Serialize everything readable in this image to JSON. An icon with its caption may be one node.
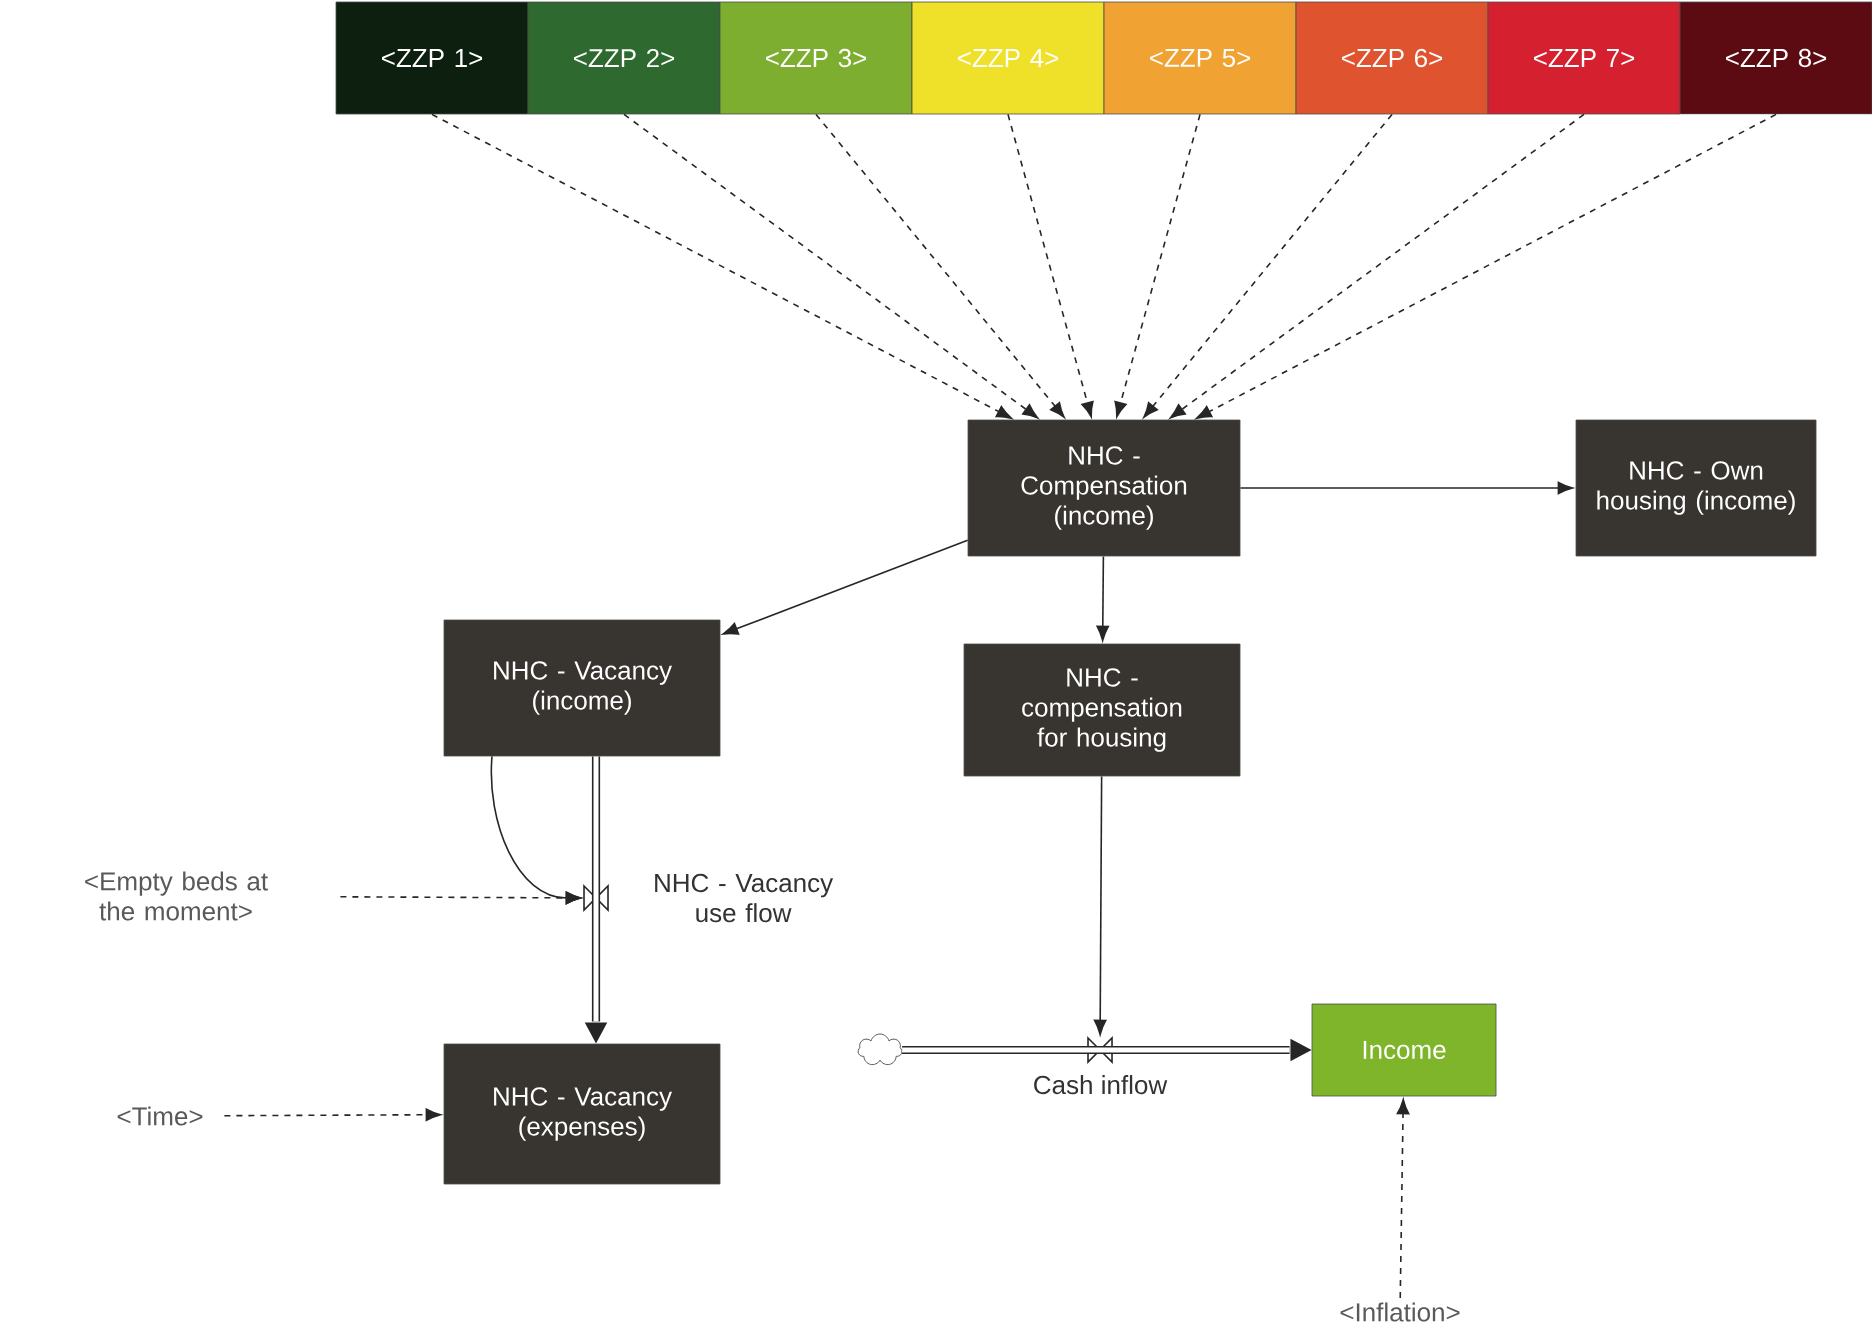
{
  "diagram": {
    "nodes": [
      {
        "text": [
          "<ZZP 1>"
        ]
      },
      {
        "text": [
          "<ZZP 2>"
        ]
      },
      {
        "text": [
          "<ZZP 3>"
        ]
      },
      {
        "text": [
          "<ZZP 4>"
        ]
      },
      {
        "text": [
          "<ZZP 5>"
        ]
      },
      {
        "text": [
          "<ZZP 6>"
        ]
      },
      {
        "text": [
          "<ZZP 7>"
        ]
      },
      {
        "text": [
          "<ZZP 8>"
        ]
      },
      {
        "text": [
          "NHC - Compensation (income)"
        ]
      },
      {
        "text": [
          "NHC - Own housing (income)"
        ]
      },
      {
        "text": [
          "NHC - Vacancy (income)"
        ]
      },
      {
        "text": [
          "NHC - compensation for housing"
        ]
      },
      {
        "text": [
          "<Empty beds at the moment>"
        ]
      },
      {
        "text": [
          "NHC - Vacancy use flow"
        ]
      },
      {
        "text": [
          "NHC - Vacancy (expenses)"
        ]
      },
      {
        "text": [
          "<Time>"
        ]
      },
      {
        "text": [],
        "shape": "cloud"
      },
      {
        "text": [
          "Cash inflow"
        ]
      },
      {
        "text": [
          "Income"
        ]
      },
      {
        "text": [
          "<Inflation>"
        ]
      }
    ],
    "edges": [
      {
        "from": 0,
        "to": 8,
        "arrow": "to",
        "style": "dashed"
      },
      {
        "from": 1,
        "to": 8,
        "arrow": "to",
        "style": "dashed"
      },
      {
        "from": 2,
        "to": 8,
        "arrow": "to",
        "style": "dashed"
      },
      {
        "from": 3,
        "to": 8,
        "arrow": "to",
        "style": "dashed"
      },
      {
        "from": 4,
        "to": 8,
        "arrow": "to",
        "style": "dashed"
      },
      {
        "from": 5,
        "to": 8,
        "arrow": "to",
        "style": "dashed"
      },
      {
        "from": 6,
        "to": 8,
        "arrow": "to",
        "style": "dashed"
      },
      {
        "from": 7,
        "to": 8,
        "arrow": "to",
        "style": "dashed"
      },
      {
        "from": 8,
        "to": 9,
        "arrow": "to"
      },
      {
        "from": 8,
        "to": 10,
        "arrow": "to"
      },
      {
        "from": 8,
        "to": 11,
        "arrow": "to"
      },
      {
        "from": 10,
        "to": 14,
        "arrow": "to",
        "style": "thick"
      },
      {
        "from": 10,
        "to": 13,
        "arrow": "to"
      },
      {
        "from": 12,
        "to": 13,
        "arrow": "to",
        "style": "dashed"
      },
      {
        "from": 15,
        "to": 14,
        "arrow": "to",
        "style": "dashed"
      },
      {
        "from": 11,
        "to": 17,
        "arrow": "to"
      },
      {
        "from": 16,
        "to": 18,
        "arrow": "to",
        "style": "thick"
      },
      {
        "from": 19,
        "to": 18,
        "arrow": "to",
        "style": "dashed"
      }
    ]
  }
}
